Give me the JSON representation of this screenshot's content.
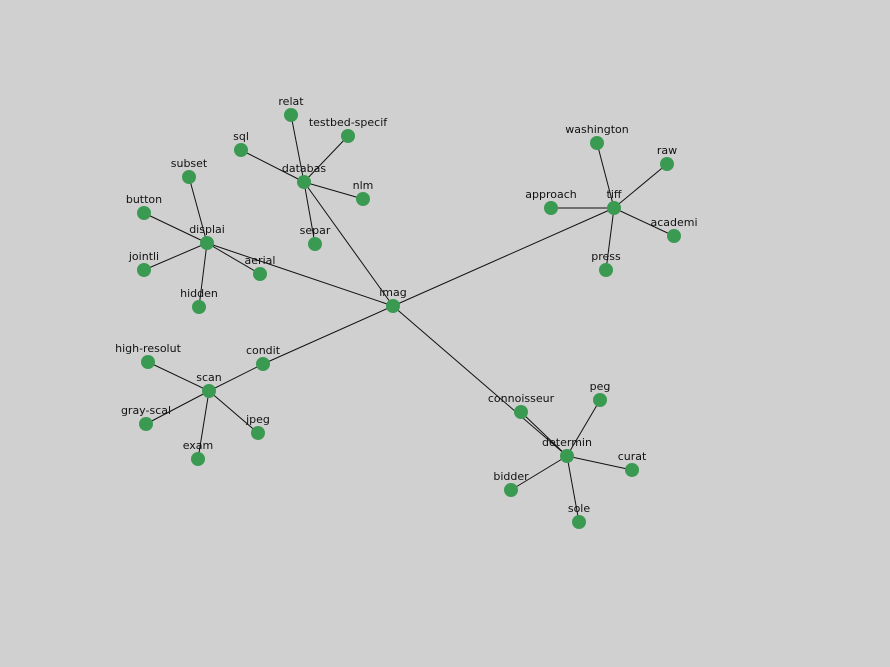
{
  "graph": {
    "background": "#d0d0d0",
    "node_color": "#3a9a52",
    "edge_color": "#111111",
    "nodes": [
      {
        "id": "imag",
        "label": "imag"
      },
      {
        "id": "databas",
        "label": "databas"
      },
      {
        "id": "relat",
        "label": "relat"
      },
      {
        "id": "testbed-specif",
        "label": "testbed-specif"
      },
      {
        "id": "sql",
        "label": "sql"
      },
      {
        "id": "nlm",
        "label": "nlm"
      },
      {
        "id": "separ",
        "label": "separ"
      },
      {
        "id": "displai",
        "label": "displai"
      },
      {
        "id": "subset",
        "label": "subset"
      },
      {
        "id": "button",
        "label": "button"
      },
      {
        "id": "jointli",
        "label": "jointli"
      },
      {
        "id": "hidden",
        "label": "hidden"
      },
      {
        "id": "aerial",
        "label": "aerial"
      },
      {
        "id": "tiff",
        "label": "tiff"
      },
      {
        "id": "washington",
        "label": "washington"
      },
      {
        "id": "raw",
        "label": "raw"
      },
      {
        "id": "approach",
        "label": "approach"
      },
      {
        "id": "academi",
        "label": "academi"
      },
      {
        "id": "press",
        "label": "press"
      },
      {
        "id": "scan",
        "label": "scan"
      },
      {
        "id": "condit",
        "label": "condit"
      },
      {
        "id": "high-resolut",
        "label": "high-resolut"
      },
      {
        "id": "gray-scal",
        "label": "gray-scal"
      },
      {
        "id": "jpeg",
        "label": "jpeg"
      },
      {
        "id": "exam",
        "label": "exam"
      },
      {
        "id": "determin",
        "label": "determin"
      },
      {
        "id": "connoisseur",
        "label": "connoisseur"
      },
      {
        "id": "peg",
        "label": "peg"
      },
      {
        "id": "curat",
        "label": "curat"
      },
      {
        "id": "bidder",
        "label": "bidder"
      },
      {
        "id": "sole",
        "label": "sole"
      }
    ],
    "edges": [
      [
        "imag",
        "databas"
      ],
      [
        "imag",
        "displai"
      ],
      [
        "imag",
        "tiff"
      ],
      [
        "imag",
        "condit"
      ],
      [
        "imag",
        "determin"
      ],
      [
        "databas",
        "relat"
      ],
      [
        "databas",
        "testbed-specif"
      ],
      [
        "databas",
        "sql"
      ],
      [
        "databas",
        "nlm"
      ],
      [
        "databas",
        "separ"
      ],
      [
        "displai",
        "subset"
      ],
      [
        "displai",
        "button"
      ],
      [
        "displai",
        "jointli"
      ],
      [
        "displai",
        "hidden"
      ],
      [
        "displai",
        "aerial"
      ],
      [
        "tiff",
        "washington"
      ],
      [
        "tiff",
        "raw"
      ],
      [
        "tiff",
        "approach"
      ],
      [
        "tiff",
        "academi"
      ],
      [
        "tiff",
        "press"
      ],
      [
        "scan",
        "condit"
      ],
      [
        "scan",
        "high-resolut"
      ],
      [
        "scan",
        "gray-scal"
      ],
      [
        "scan",
        "jpeg"
      ],
      [
        "scan",
        "exam"
      ],
      [
        "determin",
        "connoisseur"
      ],
      [
        "determin",
        "peg"
      ],
      [
        "determin",
        "curat"
      ],
      [
        "determin",
        "bidder"
      ],
      [
        "determin",
        "sole"
      ]
    ]
  }
}
